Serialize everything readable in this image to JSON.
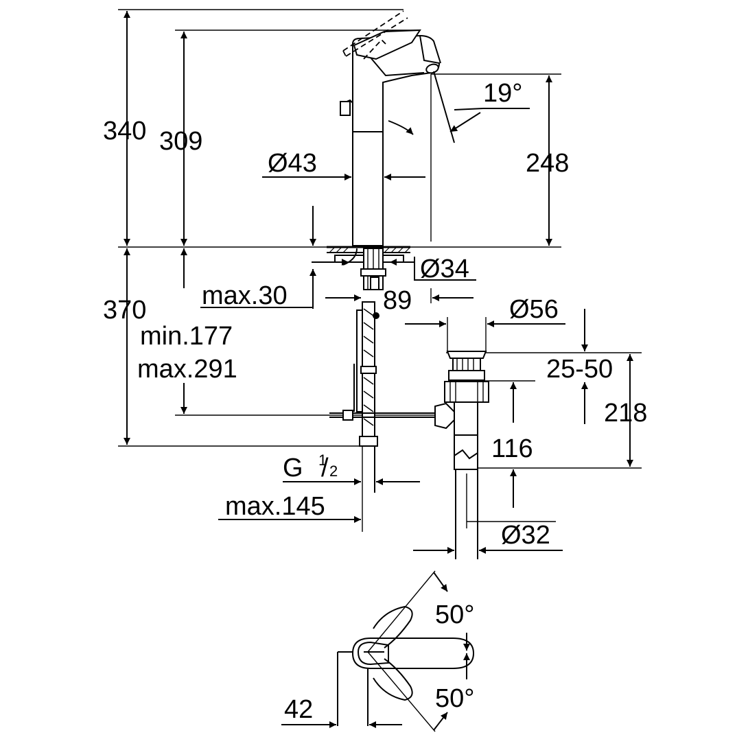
{
  "drawing": {
    "dimensions": {
      "total_height": "340",
      "body_height": "309",
      "spout_height": "248",
      "spout_angle": "19°",
      "body_diameter": "Ø43",
      "mount_hole_diameter": "Ø34",
      "max_deck_thickness": "max.30",
      "spout_reach": "89",
      "below_deck_length": "370",
      "hose_min": "min.177",
      "hose_max": "max.291",
      "waste_diameter": "Ø56",
      "waste_range": "25-50",
      "waste_total": "218",
      "waste_lower": "116",
      "thread_g": "G",
      "thread_num": "1",
      "thread_den": "2",
      "max_offset": "max.145",
      "tail_diameter": "Ø32",
      "lever_angle_top": "50°",
      "lever_angle_bottom": "50°",
      "lever_offset": "42"
    }
  }
}
